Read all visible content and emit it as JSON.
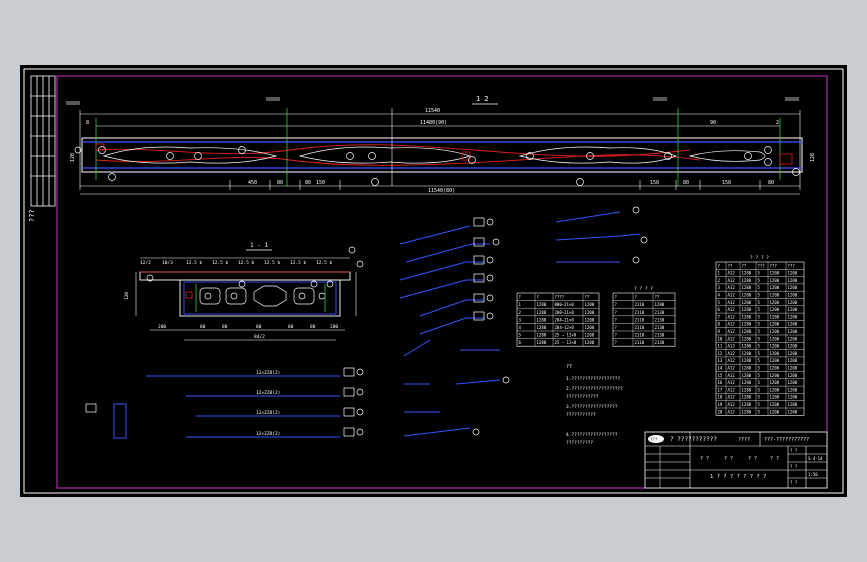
{
  "colors": {
    "background": "#000000",
    "frame": "#cc33cc",
    "white": "#ffffff",
    "blue": "#3355ff",
    "cyan": "#00d8e8",
    "red": "#e02020",
    "green": "#33cc33",
    "yellow": "#e8e800"
  },
  "elevation": {
    "section_mark": "1  2",
    "dim_top_overall": "11540",
    "dim_top_mid": "11480(90)",
    "dim_top_left": "8",
    "dim_top_right": "90",
    "dim_right_end": "2",
    "dim_bottom_overall": "11540(80)",
    "dim_bottom_left": [
      "450",
      "80",
      "80",
      "150"
    ],
    "dim_bottom_right": [
      "150",
      "80",
      "150",
      "80"
    ],
    "left_height": "120",
    "right_height": "120"
  },
  "cross_section": {
    "title": "1 - 1",
    "dims_top": [
      "12/2",
      "10/3",
      "12.5 b",
      "12.5 b",
      "12.5 b",
      "12.5 b",
      "12.5 b",
      "12.5 b"
    ],
    "dims_bottom": [
      "200",
      "80",
      "80",
      "80",
      "80",
      "80",
      "200"
    ],
    "total_width": "84/2",
    "height": "120"
  },
  "rebar_lines": [
    {
      "label": "12×ZZ8(2)"
    },
    {
      "label": "12×ZZ8(2)"
    },
    {
      "label": "12×ZZ8(2)"
    },
    {
      "label": "12×ZZ8(2)"
    }
  ],
  "table_1": {
    "headers": [
      "?",
      "?",
      "????",
      "??"
    ],
    "rows": [
      [
        "1",
        "1280",
        "800–21×0",
        "1200"
      ],
      [
        "2",
        "1280",
        "200–21×0",
        "1200"
      ],
      [
        "3",
        "1280",
        "204–21×0",
        "1200"
      ],
      [
        "4",
        "1280",
        "204–12×0",
        "1200"
      ],
      [
        "5",
        "1280",
        "25 – 12×0",
        "1200"
      ],
      [
        "6",
        "1280",
        "25 – 12×0",
        "1200"
      ]
    ]
  },
  "table_2": {
    "title": "? ? ? ?",
    "headers": [
      "?",
      "?",
      "??"
    ],
    "rows": [
      [
        "?",
        "2110",
        "1280"
      ],
      [
        "?",
        "2110",
        "2130"
      ],
      [
        "?",
        "2110",
        "2130"
      ],
      [
        "?",
        "2110",
        "2130"
      ],
      [
        "?",
        "2110",
        "2130"
      ],
      [
        "?",
        "2110",
        "2130"
      ]
    ]
  },
  "table_3": {
    "title": "? ? ? ?",
    "headers": [
      "?",
      "??",
      "??",
      "???",
      "???",
      "???"
    ],
    "rows": [
      [
        "1",
        "A12",
        "1280",
        "5",
        "1200",
        "1200"
      ],
      [
        "2",
        "A12",
        "1280",
        "5",
        "1200",
        "1200"
      ],
      [
        "3",
        "A12",
        "1280",
        "5",
        "1200",
        "1200"
      ],
      [
        "4",
        "A12",
        "1280",
        "5",
        "1200",
        "1200"
      ],
      [
        "5",
        "A12",
        "1280",
        "5",
        "1200",
        "1200"
      ],
      [
        "6",
        "A12",
        "1280",
        "5",
        "1200",
        "1200"
      ],
      [
        "7",
        "A12",
        "1280",
        "5",
        "1200",
        "1200"
      ],
      [
        "8",
        "A12",
        "1280",
        "5",
        "1200",
        "1200"
      ],
      [
        "9",
        "A12",
        "1280",
        "5",
        "1200",
        "1200"
      ],
      [
        "10",
        "A12",
        "1280",
        "5",
        "1200",
        "1200"
      ],
      [
        "11",
        "A12",
        "1280",
        "5",
        "1200",
        "1200"
      ],
      [
        "12",
        "A12",
        "1280",
        "5",
        "1200",
        "1200"
      ],
      [
        "13",
        "A12",
        "1280",
        "5",
        "1200",
        "1200"
      ],
      [
        "14",
        "A12",
        "1280",
        "5",
        "1200",
        "1200"
      ],
      [
        "15",
        "A12",
        "1280",
        "5",
        "1200",
        "1200"
      ],
      [
        "16",
        "A12",
        "1280",
        "5",
        "1200",
        "1200"
      ],
      [
        "17",
        "A12",
        "1280",
        "5",
        "1200",
        "1200"
      ],
      [
        "18",
        "A12",
        "1280",
        "5",
        "1200",
        "1200"
      ],
      [
        "19",
        "A12",
        "1280",
        "5",
        "1200",
        "1200"
      ],
      [
        "20",
        "A12",
        "1280",
        "5",
        "1200",
        "1200"
      ]
    ]
  },
  "notes": {
    "heading": "??",
    "lines": [
      "1.??????????????????",
      "2.???????????????????",
      "  ????????????",
      "3.?????????????????",
      "  ???????????",
      "4.?????????????????",
      "  ??????????"
    ]
  },
  "title_block": {
    "logo": "???",
    "project": "? ???????????",
    "drawing_no_label": "????",
    "subtitle": "???-???????????",
    "names": [
      "? ?",
      "? ?",
      "? ?",
      "? ?"
    ],
    "drawing_title": "1 ? ? ? ? ? ? ? ?",
    "right_fields": [
      "? ?",
      "S-4-14",
      "? ?",
      "1:50",
      "? ?"
    ]
  },
  "side_label": "???"
}
